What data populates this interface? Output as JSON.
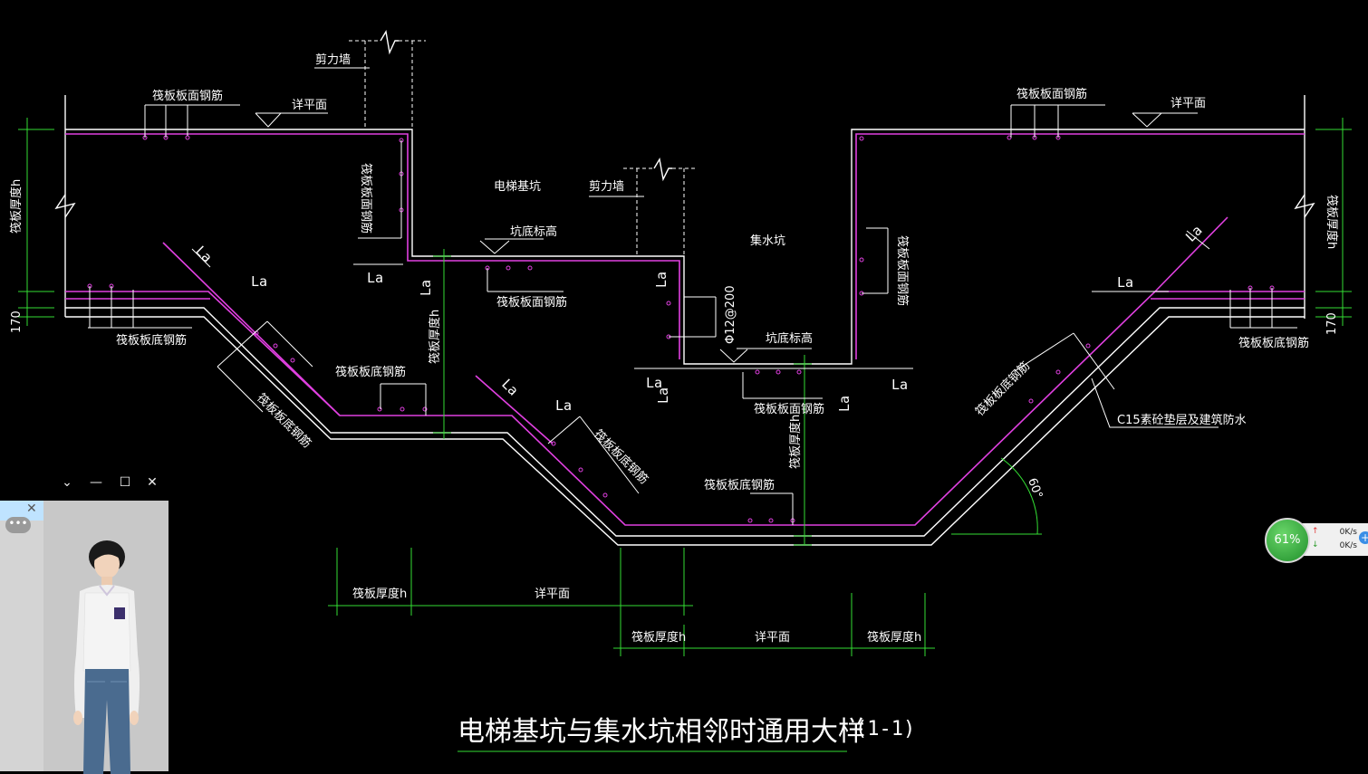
{
  "drawing": {
    "title": "电梯基坑与集水坑相邻时通用大样",
    "section_mark": "(1-1)",
    "labels": {
      "shear_wall": "剪力墙",
      "raft_top_rebar": "筏板板面钢筋",
      "detail_surface": "详平面",
      "raft_thickness": "筏板厚度h",
      "raft_bottom_rebar": "筏板板底钢筋",
      "elevator_pit": "电梯基坑",
      "pit_bottom_elev": "坑底标高",
      "sump_pit": "集水坑",
      "rebar_spec": "Φ12@200",
      "la": "La",
      "cushion": "C15素砼垫层及建筑防水",
      "angle": "60°",
      "dim_170": "170"
    }
  },
  "mini_window": {
    "controls": {
      "chevron": "⌄",
      "minimize": "—",
      "maximize": "☐",
      "close": "✕"
    },
    "tab_close": "✕",
    "more": "•••"
  },
  "net_widget": {
    "percent": "61%",
    "upload": "0K/s",
    "download": "0K/s",
    "up_arrow": "↑",
    "down_arrow": "↓",
    "plus": "+"
  },
  "colors": {
    "background": "#000000",
    "rebar": "#e040e0",
    "dimension": "#33dd33",
    "outline": "#ffffff"
  }
}
